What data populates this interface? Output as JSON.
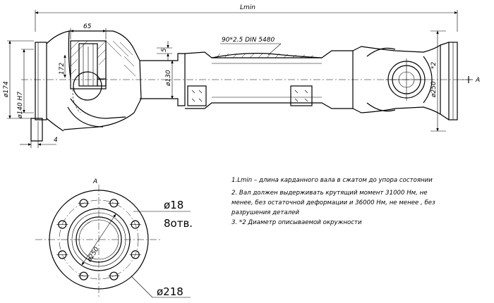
{
  "main_view": {
    "overall_length_label": "Lmin",
    "flange_hub_width_label": "65",
    "shaft_tube_label": "90*2.5 DIN 5480",
    "step_label": "5",
    "flange_outer_label": "ø174",
    "flange_pilot_label": "ø140 H7",
    "bolt_circle_side_label": "172",
    "tube_dia_label": "ø130",
    "flange_offset_label": "4",
    "swing_dia_label": "ø250",
    "swing_dia_note": "*2",
    "section_marker": "A"
  },
  "view_a": {
    "title": "A",
    "hole_dia_label": "ø18",
    "hole_count_label": "8отв.",
    "outer_dia_label": "ø218",
    "inner_dia_label": "ø250"
  },
  "notes": [
    "1.Lmin – длина карданного вала в сжатом до упора состоянии",
    "2. Вал должен выдерживать крутящий момент 31000 Нм, не",
    "менее, без остаточной деформации и 36000 Нм, не менее , без",
    "разрушения деталей",
    "3. *2 Диаметр описываемой окружности"
  ]
}
